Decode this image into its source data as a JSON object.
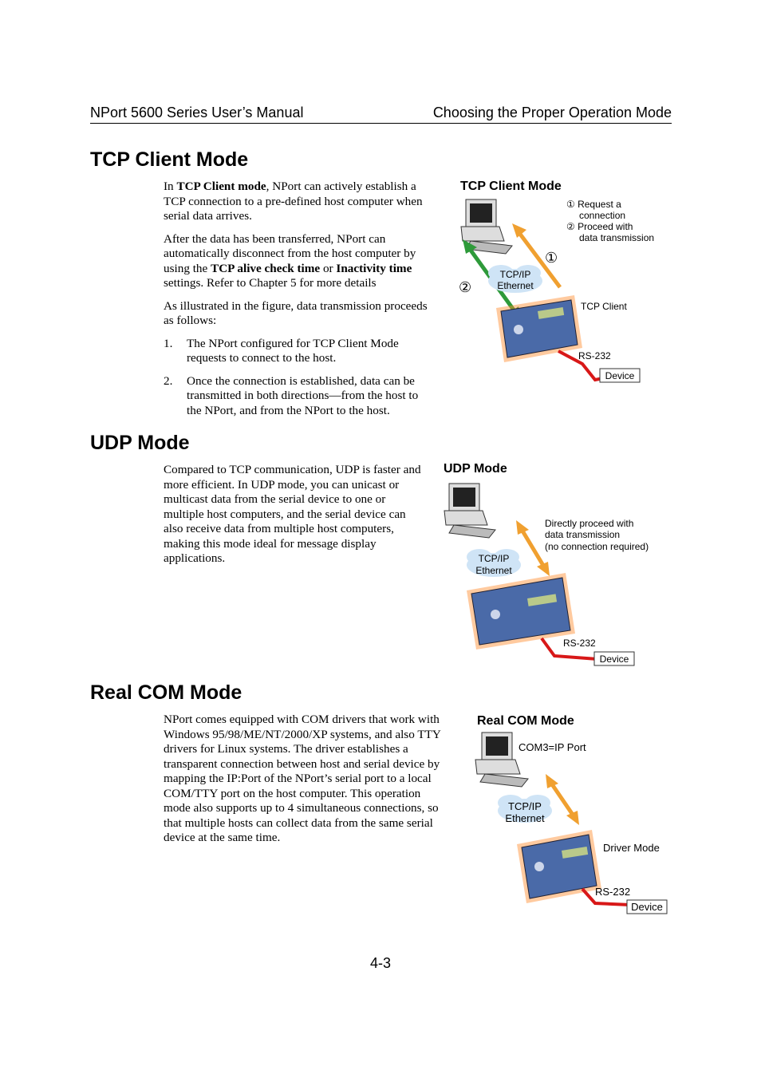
{
  "header": {
    "left": "NPort 5600 Series User’s Manual",
    "right": "Choosing the Proper Operation Mode"
  },
  "tcp": {
    "heading": "TCP Client Mode",
    "p1": [
      {
        "t": "In ",
        "b": false
      },
      {
        "t": "TCP Client mode",
        "b": true
      },
      {
        "t": ", NPort can actively establish a TCP connection to a pre-defined host computer when serial data arrives.",
        "b": false
      }
    ],
    "p2": [
      {
        "t": "After the data has been transferred, NPort can automatically disconnect from the host computer by using the ",
        "b": false
      },
      {
        "t": "TCP alive check time",
        "b": true
      },
      {
        "t": " or ",
        "b": false
      },
      {
        "t": "Inactivity time",
        "b": true
      },
      {
        "t": " settings. Refer to Chapter 5 for more details",
        "b": false
      }
    ],
    "p3": "As illustrated in the figure, data transmission proceeds as follows:",
    "steps": [
      {
        "num": "1.",
        "text": "The NPort configured for TCP Client Mode requests to connect to the host."
      },
      {
        "num": "2.",
        "text": "Once the connection is established, data can be transmitted in both directions—from the host to the NPort, and from the NPort to the host."
      }
    ],
    "figure": {
      "title": "TCP Client Mode",
      "note1_line1": "① Request a",
      "note1_line2": "connection",
      "note2_line1": "② Proceed with",
      "note2_line2": "data transmission",
      "marker1": "①",
      "marker2": "②",
      "cloud_line1": "TCP/IP",
      "cloud_line2": "Ethernet",
      "nport_label": "TCP Client",
      "serial_label": "RS-232",
      "device_label": "Device"
    }
  },
  "udp": {
    "heading": "UDP Mode",
    "p1": "Compared to TCP communication, UDP is faster and more efficient. In UDP mode, you can unicast or multicast data from the serial device to one or multiple host computers, and the serial device can also receive data from multiple host computers, making this mode ideal for message display applications.",
    "figure": {
      "title": "UDP Mode",
      "note_line1": "Directly proceed with",
      "note_line2": "data transmission",
      "note_line3": "(no connection required)",
      "cloud_line1": "TCP/IP",
      "cloud_line2": "Ethernet",
      "serial_label": "RS-232",
      "device_label": "Device"
    }
  },
  "realcom": {
    "heading": "Real COM Mode",
    "p1": "NPort comes equipped with COM drivers that work with Windows 95/98/ME/NT/2000/XP systems, and also TTY drivers for Linux systems. The driver establishes a transparent connection between host and serial device by mapping the IP:Port of the NPort’s serial port to a local COM/TTY port on the host computer. This operation mode also supports up to 4 simultaneous connections, so that multiple hosts can collect data from the same serial device at the same time.",
    "figure": {
      "title": "Real COM Mode",
      "com_label": "COM3=IP Port",
      "cloud_line1": "TCP/IP",
      "cloud_line2": "Ethernet",
      "nport_label": "Driver Mode",
      "serial_label": "RS-232",
      "device_label": "Device"
    }
  },
  "page_number": "4-3",
  "colors": {
    "arrow_orange": "#f0a030",
    "arrow_green": "#2e9a3a",
    "cable_red": "#d81818",
    "glow": "#ff8a2a",
    "nport_body": "#4a6aa8",
    "cloud": "#cfe4f6"
  }
}
